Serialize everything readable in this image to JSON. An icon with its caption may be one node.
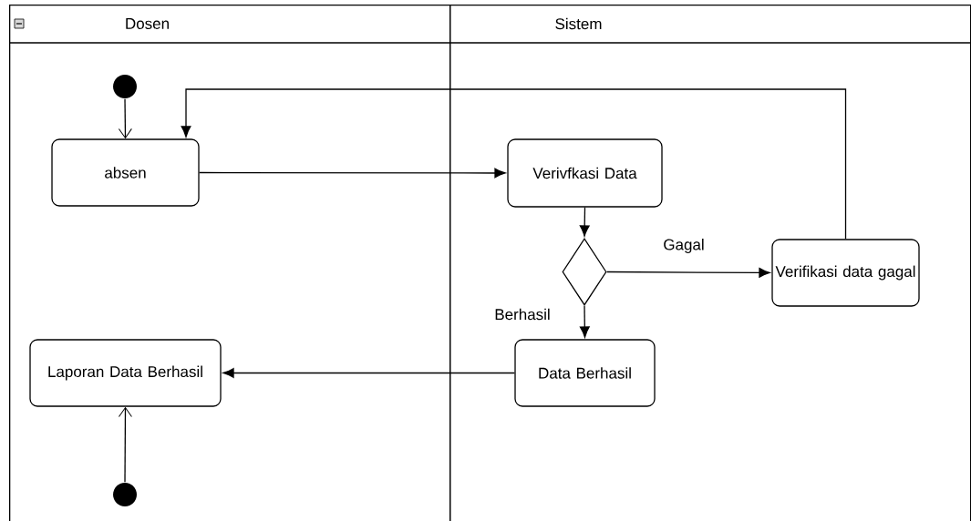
{
  "diagram": {
    "nodes": [
      {
        "text": [
          "Dosen"
        ]
      },
      {
        "text": [
          "Sistem"
        ]
      },
      {
        "text": [],
        "shape": "circle",
        "in": 0
      },
      {
        "text": [
          "absen"
        ],
        "in": 0
      },
      {
        "text": [
          "Verivfkasi Data"
        ],
        "in": 1
      },
      {
        "text": [],
        "shape": "diamond",
        "in": 1
      },
      {
        "text": [
          "Verifikasi data gagal"
        ],
        "in": 1
      },
      {
        "text": [
          "Data Berhasil"
        ],
        "in": 1
      },
      {
        "text": [
          "Laporan Data Berhasil"
        ],
        "in": 0
      },
      {
        "text": [],
        "shape": "circle",
        "in": 0
      }
    ],
    "edges": [
      {
        "from": 2,
        "to": 3,
        "arrow": "to"
      },
      {
        "from": 3,
        "to": 4,
        "arrow": "to"
      },
      {
        "from": 4,
        "to": 5,
        "arrow": "to"
      },
      {
        "from": 5,
        "to": 6,
        "arrow": "to",
        "label": "Gagal"
      },
      {
        "from": 5,
        "to": 7,
        "arrow": "to",
        "label": "Berhasil"
      },
      {
        "from": 6,
        "to": 3,
        "arrow": "to"
      },
      {
        "from": 7,
        "to": 8,
        "arrow": "to"
      },
      {
        "from": 9,
        "to": 8,
        "arrow": "to"
      }
    ]
  }
}
